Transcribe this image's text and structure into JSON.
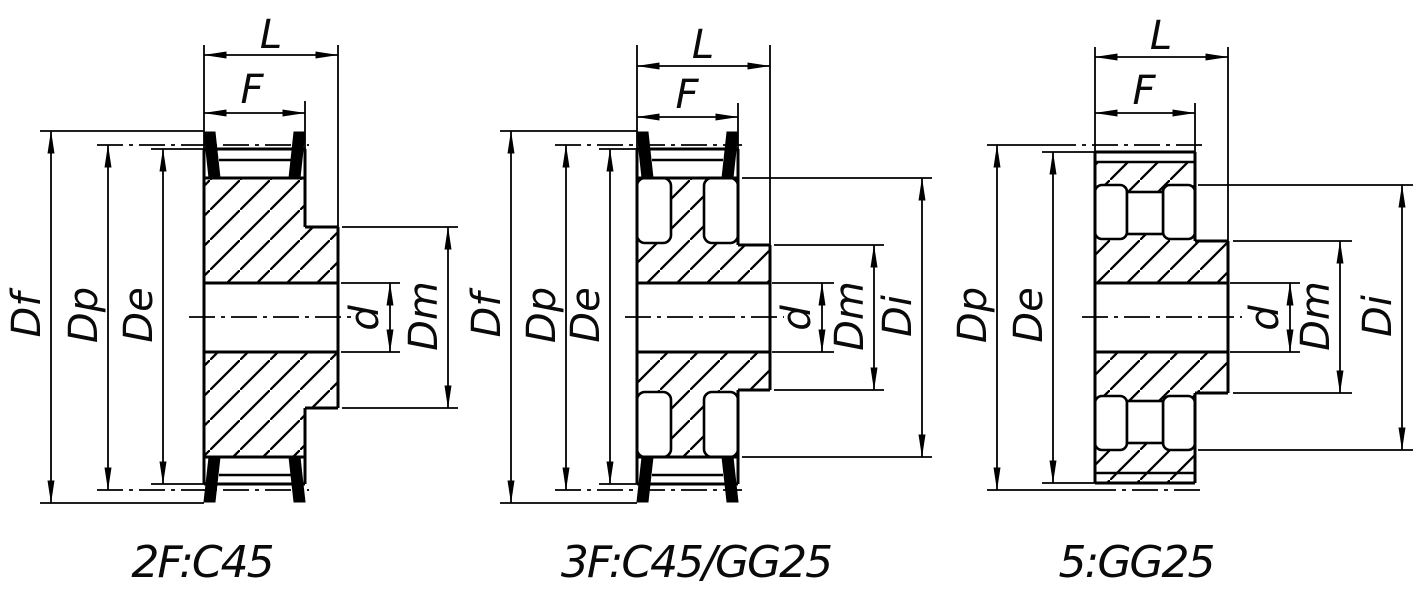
{
  "drawing": {
    "background": "#ffffff",
    "line_color": "#000000",
    "figures": [
      {
        "caption": "2F:C45",
        "labels": {
          "length": "L",
          "face_width": "F",
          "flange_dia": "Df",
          "pitch_dia": "Dp",
          "outside_dia": "De",
          "bore_dia": "d",
          "hub_dia": "Dm"
        }
      },
      {
        "caption": "3F:C45/GG25",
        "labels": {
          "length": "L",
          "face_width": "F",
          "flange_dia": "Df",
          "pitch_dia": "Dp",
          "outside_dia": "De",
          "bore_dia": "d",
          "hub_dia": "Dm",
          "recess_dia": "Di"
        }
      },
      {
        "caption": "5:GG25",
        "labels": {
          "length": "L",
          "face_width": "F",
          "pitch_dia": "Dp",
          "outside_dia": "De",
          "bore_dia": "d",
          "hub_dia": "Dm",
          "recess_dia": "Di"
        }
      }
    ]
  }
}
